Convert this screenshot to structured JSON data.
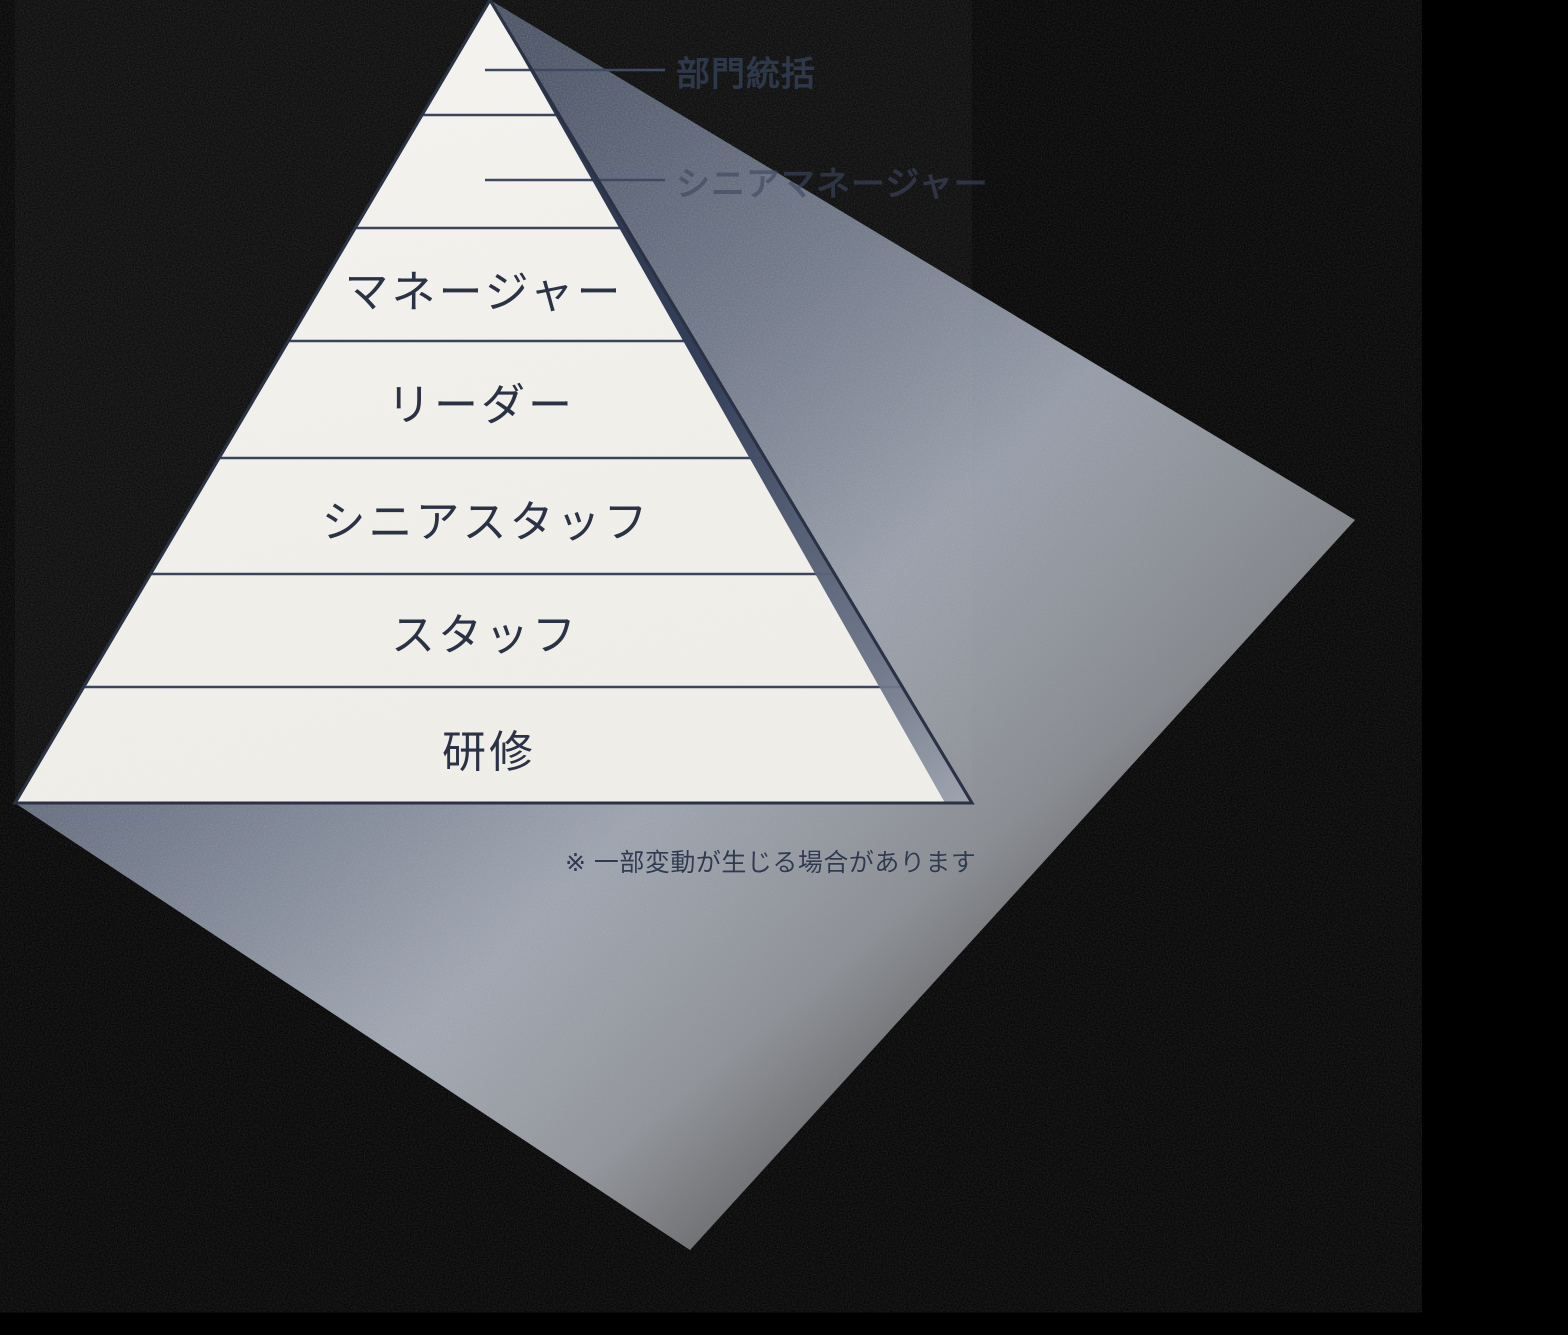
{
  "diagram": {
    "type": "career-ladder-pyramid",
    "title_present": false,
    "tier_count": 7,
    "tiers": [
      {
        "index": 0,
        "label": "部門統括",
        "label_placement": "external-right",
        "leader_line": true
      },
      {
        "index": 1,
        "label": "シニアマネージャー",
        "label_placement": "external-right",
        "leader_line": true
      },
      {
        "index": 2,
        "label": "マネージャー",
        "label_placement": "inside",
        "leader_line": false
      },
      {
        "index": 3,
        "label": "リーダー",
        "label_placement": "inside",
        "leader_line": false
      },
      {
        "index": 4,
        "label": "シニアスタッフ",
        "label_placement": "inside",
        "leader_line": false
      },
      {
        "index": 5,
        "label": "スタッフ",
        "label_placement": "inside",
        "leader_line": false
      },
      {
        "index": 6,
        "label": "研修",
        "label_placement": "inside",
        "leader_line": false
      }
    ],
    "footnote": "※ 一部変動が生じる場合があります",
    "colors": {
      "background": "#000000",
      "pyramid_face": "#f5f3ee",
      "pyramid_shade": "#2f3b52",
      "outline": "#2b3246",
      "divider": "#3a445c",
      "label_text": "#2b3246",
      "footnote_text": "#2f3a50",
      "shadow_near": "#2b3751",
      "shadow_far": "#ffffff"
    }
  }
}
